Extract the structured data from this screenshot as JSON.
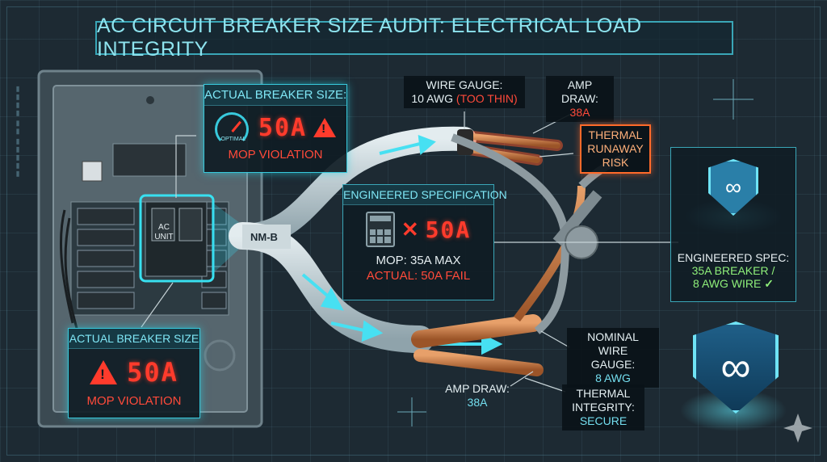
{
  "title": "AC CIRCUIT BREAKER SIZE AUDIT: ELECTRICAL LOAD INTEGRITY",
  "panel": {
    "breaker_label": "AC UNIT",
    "cable_label": "NM-B"
  },
  "callout_top": {
    "heading": "ACTUAL BREAKER SIZE:",
    "gauge_label": "OPTIMAL",
    "value": "50A",
    "status": "MOP VIOLATION"
  },
  "callout_bottom": {
    "heading": "ACTUAL BREAKER SIZE",
    "value": "50A",
    "status": "MOP VIOLATION"
  },
  "spec_box": {
    "heading": "ENGINEERED SPECIFICATION",
    "value": "50A",
    "mop_line": "MOP: 35A MAX",
    "actual_line": "ACTUAL: 50A FAIL"
  },
  "labels": {
    "wire_gauge_1": "WIRE GAUGE:",
    "wire_gauge_2": "10 AWG",
    "wire_gauge_3": "(TOO THIN)",
    "amp_draw_top_1": "AMP DRAW:",
    "amp_draw_top_2": "38A",
    "thermal_1": "THERMAL",
    "thermal_2": "RUNAWAY",
    "thermal_3": "RISK",
    "nominal_1": "NOMINAL WIRE",
    "nominal_2": "GAUGE:",
    "nominal_3": "8 AWG",
    "amp_draw_bottom_1": "AMP DRAW:",
    "amp_draw_bottom_2": "38A",
    "integrity_1": "THERMAL",
    "integrity_2": "INTEGRITY:",
    "integrity_3": "SECURE"
  },
  "engineered_spec": {
    "line1": "ENGINEERED SPEC:",
    "line2": "35A BREAKER /",
    "line3": "8 AWG WIRE",
    "check": "✓"
  },
  "colors": {
    "accent_cyan": "#38c9dc",
    "danger_red": "#ff3b2c",
    "ok_green": "#8ff07a",
    "copper": "#c97a45"
  }
}
